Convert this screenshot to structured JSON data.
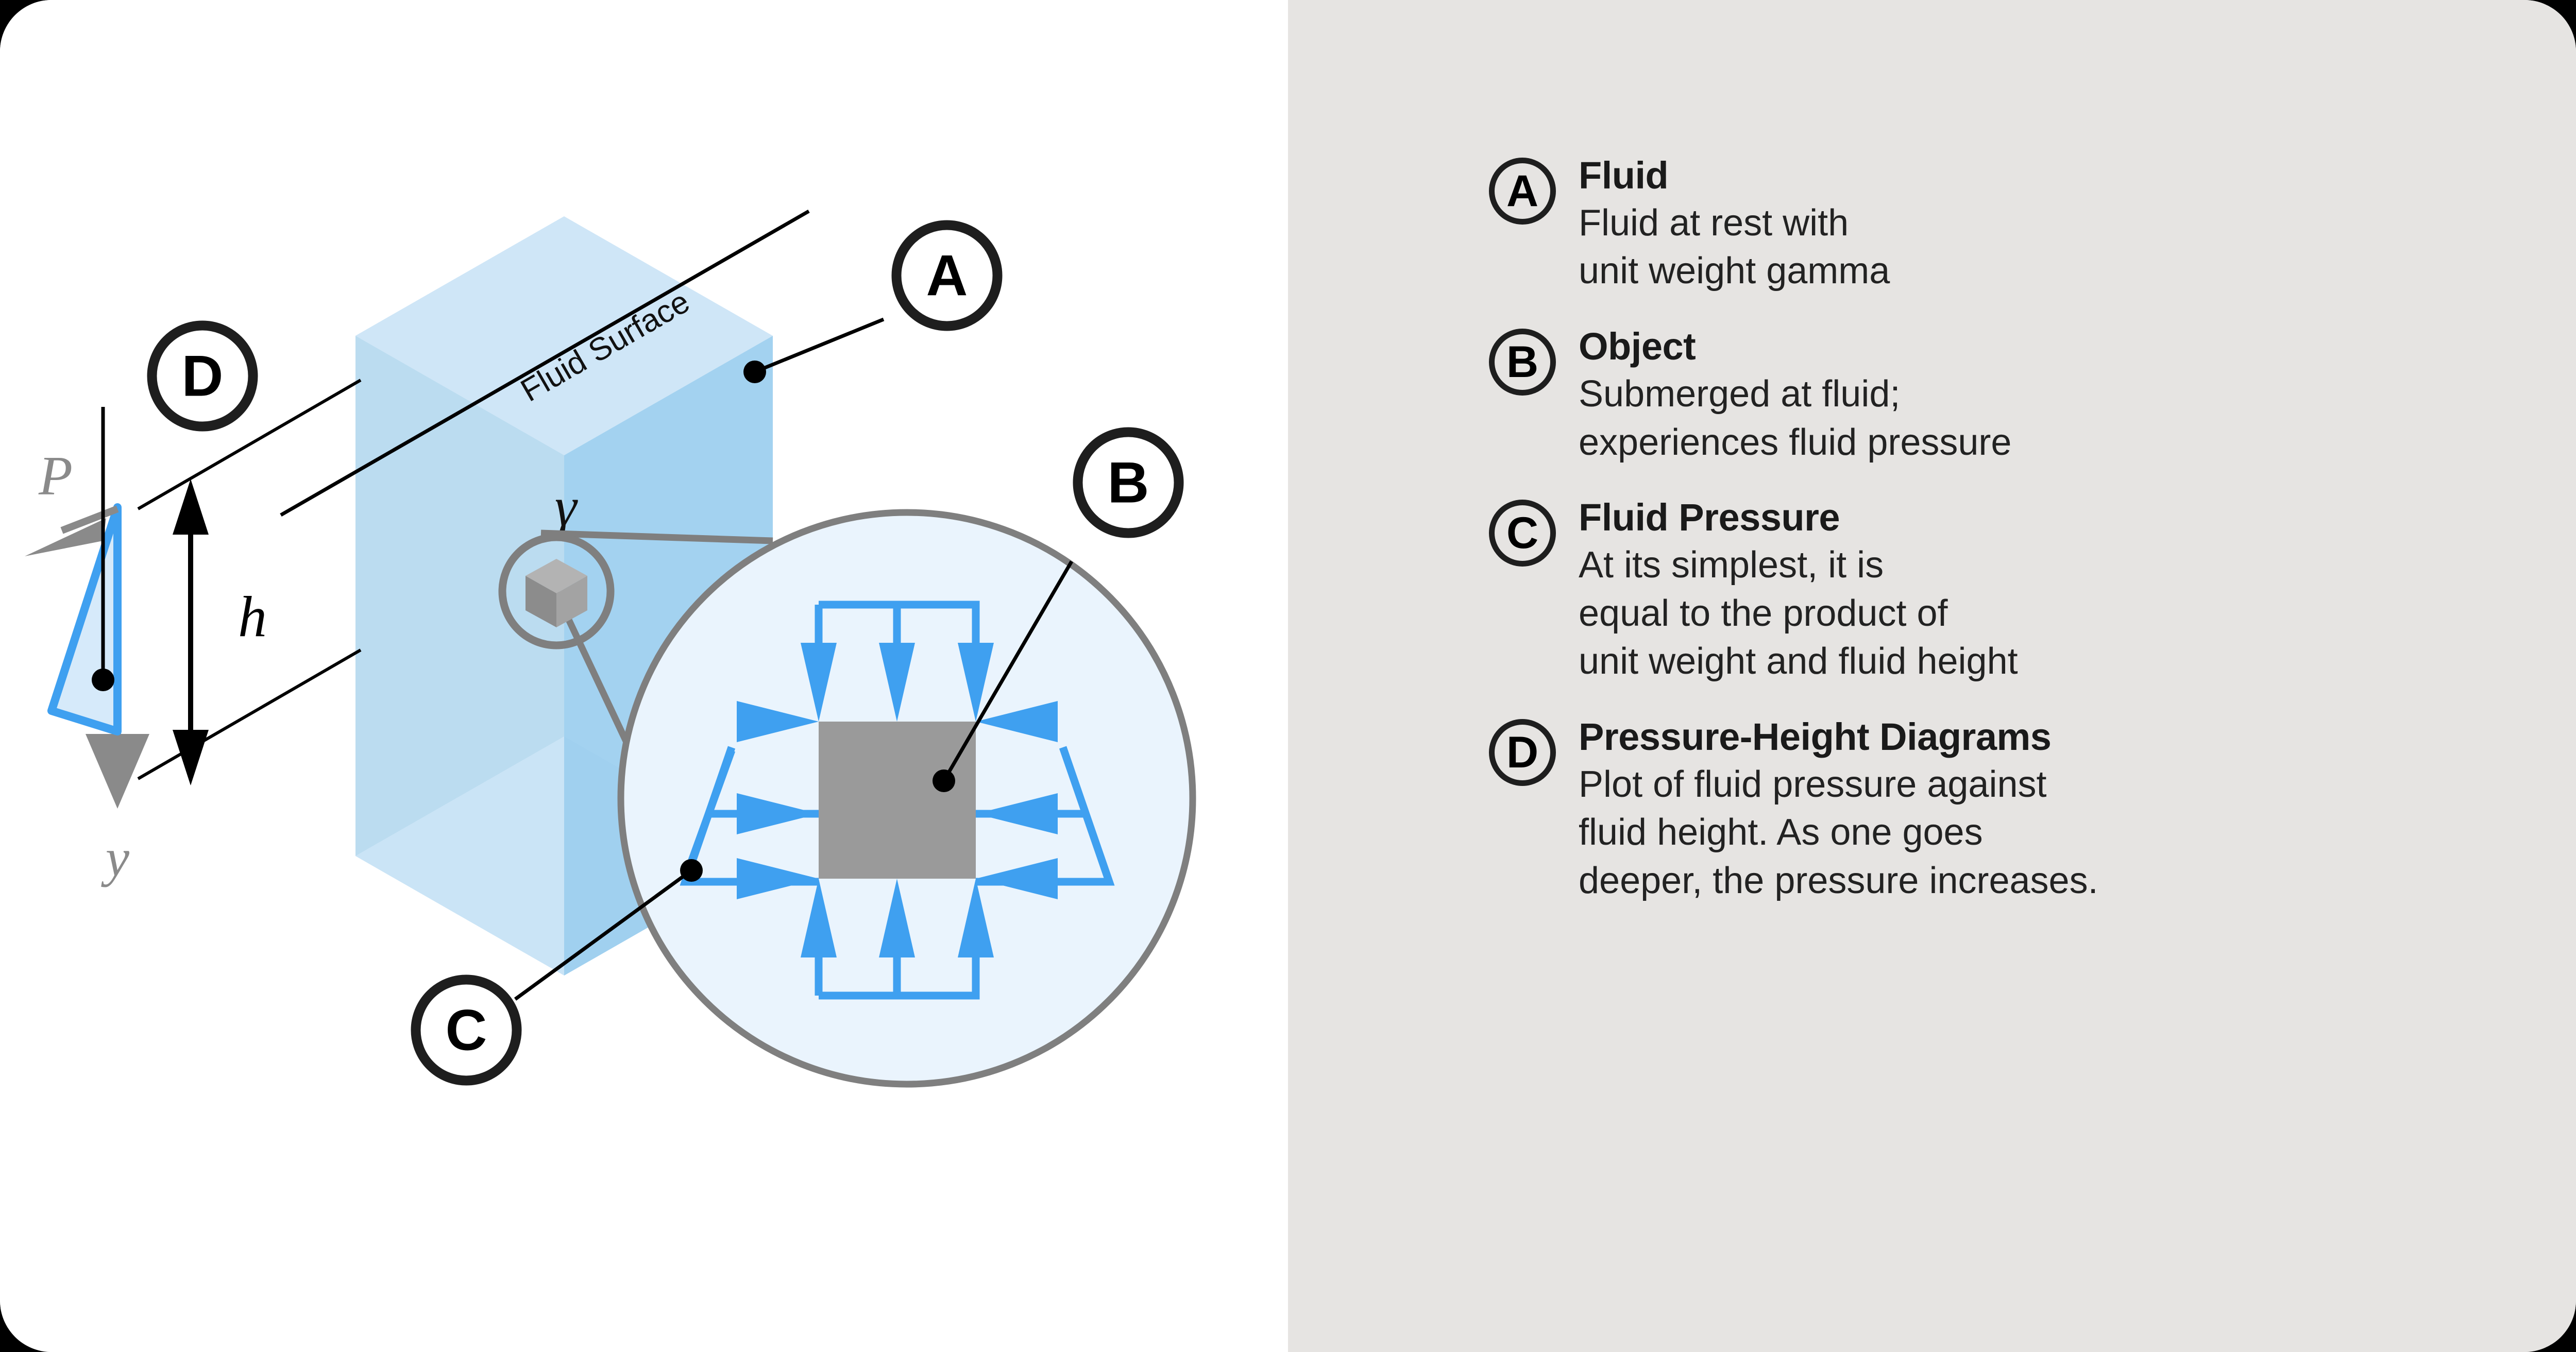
{
  "card": {
    "background_white": "#FFFFFF",
    "background_gray": "#E6E4E2",
    "outer_background": "#000000"
  },
  "figure": {
    "title_label": "Fluid Surface",
    "gamma_symbol": "γ",
    "height_symbol": "h",
    "pressure_symbol": "P",
    "depth_axis_symbol": "y",
    "markers": [
      {
        "id": "A",
        "label": "A"
      },
      {
        "id": "B",
        "label": "B"
      },
      {
        "id": "C",
        "label": "C"
      },
      {
        "id": "D",
        "label": "D"
      }
    ],
    "colors": {
      "fluid_light": "#BFDDEF",
      "fluid_mid": "#A8D2EC",
      "fluid_top": "#CFE6F7",
      "fluid_front": "#A6D4F2",
      "arrow_blue": "#3FA0F0",
      "lens_fill": "#EAF4FD",
      "lens_stroke": "#7F7F7F",
      "object_gray": "#9A9A9A",
      "marker_black": "#1E1E1E",
      "dim_gray": "#8A8A8A"
    }
  },
  "legend": {
    "items": [
      {
        "badge": "A",
        "title": "Fluid",
        "description": "Fluid at rest with\nunit weight gamma"
      },
      {
        "badge": "B",
        "title": "Object",
        "description": "Submerged at fluid;\nexperiences fluid pressure"
      },
      {
        "badge": "C",
        "title": "Fluid Pressure",
        "description": "At its simplest, it is\nequal to the product of\nunit weight and fluid height"
      },
      {
        "badge": "D",
        "title": "Pressure-Height Diagrams",
        "description": "Plot of fluid pressure against\nfluid height. As one goes\ndeeper, the pressure increases."
      }
    ]
  }
}
